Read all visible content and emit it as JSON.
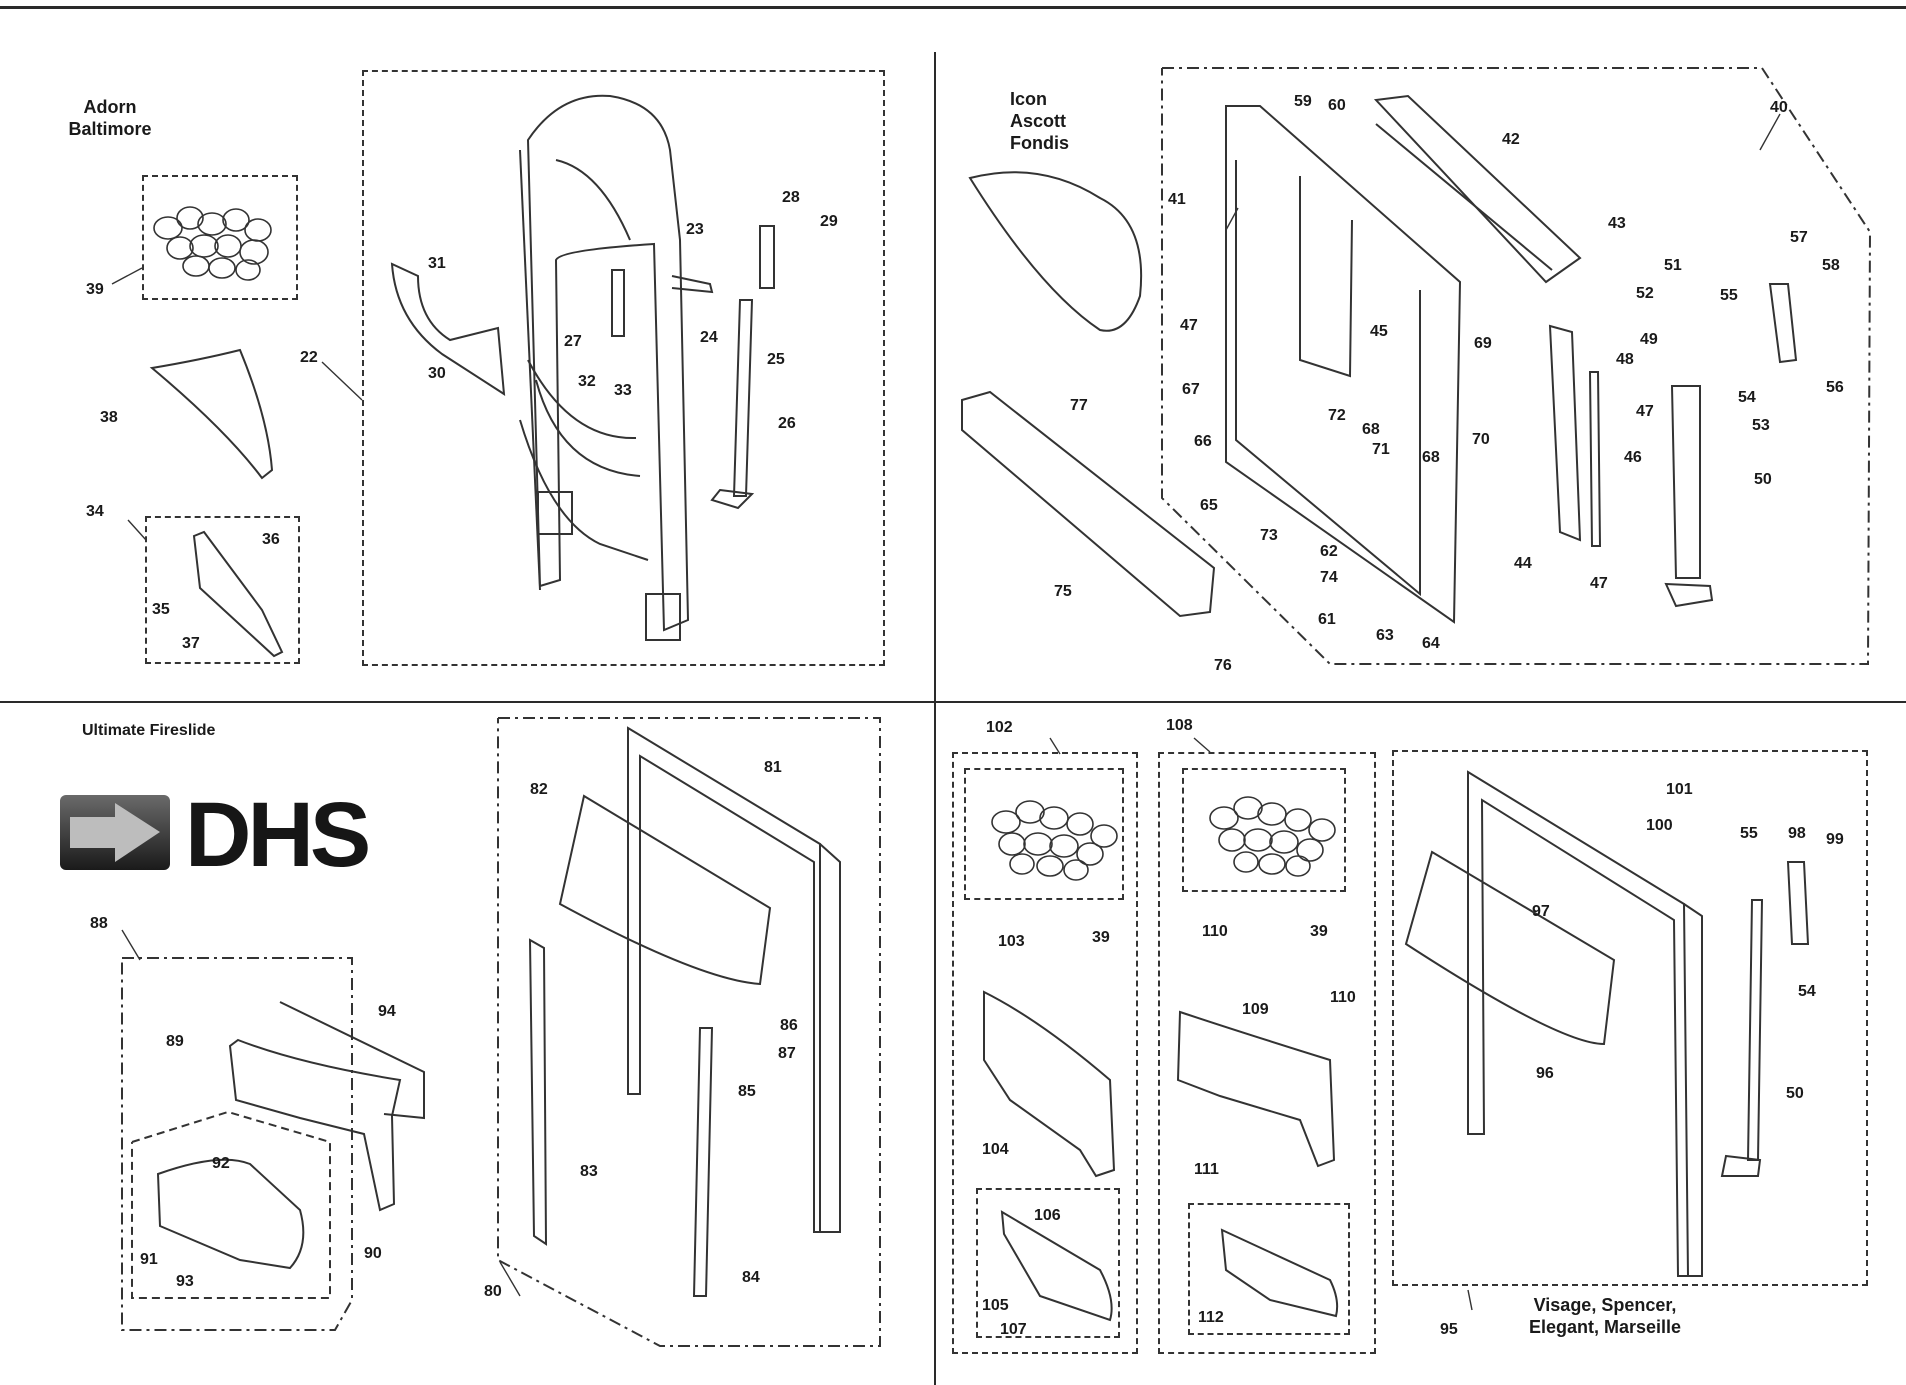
{
  "groups": {
    "adorn": "Adorn\nBaltimore",
    "icon": "Icon\nAscott\nFondis",
    "ultimate": "Ultimate Fireslide",
    "visage": "Visage, Spencer,\nElegant, Marseille"
  },
  "logo": "DHS",
  "parts": {
    "p22": "22",
    "p23": "23",
    "p24": "24",
    "p25": "25",
    "p26": "26",
    "p27": "27",
    "p28": "28",
    "p29": "29",
    "p30": "30",
    "p31": "31",
    "p32": "32",
    "p33": "33",
    "p34": "34",
    "p35": "35",
    "p36": "36",
    "p37": "37",
    "p38": "38",
    "p39a": "39",
    "p40": "40",
    "p41": "41",
    "p42": "42",
    "p43": "43",
    "p44": "44",
    "p45": "45",
    "p46": "46",
    "p47a": "47",
    "p47b": "47",
    "p47c": "47",
    "p48": "48",
    "p49": "49",
    "p50a": "50",
    "p51": "51",
    "p52": "52",
    "p53": "53",
    "p54a": "54",
    "p55a": "55",
    "p56": "56",
    "p57": "57",
    "p58": "58",
    "p59": "59",
    "p60": "60",
    "p61": "61",
    "p62": "62",
    "p63": "63",
    "p64": "64",
    "p65": "65",
    "p66": "66",
    "p67": "67",
    "p68a": "68",
    "p68b": "68",
    "p69": "69",
    "p70": "70",
    "p71": "71",
    "p72": "72",
    "p73": "73",
    "p74": "74",
    "p75": "75",
    "p76": "76",
    "p77": "77",
    "p80": "80",
    "p81": "81",
    "p82": "82",
    "p83": "83",
    "p84": "84",
    "p85": "85",
    "p86": "86",
    "p87": "87",
    "p88": "88",
    "p89": "89",
    "p90": "90",
    "p91": "91",
    "p92": "92",
    "p93": "93",
    "p94": "94",
    "p95": "95",
    "p96": "96",
    "p97": "97",
    "p98": "98",
    "p99": "99",
    "p100": "100",
    "p101": "101",
    "p102": "102",
    "p103": "103",
    "p104": "104",
    "p105": "105",
    "p106": "106",
    "p107": "107",
    "p108": "108",
    "p109": "109",
    "p110a": "110",
    "p110b": "110",
    "p111": "111",
    "p112": "112",
    "p39b": "39",
    "p39c": "39",
    "p54b": "54",
    "p55b": "55",
    "p50b": "50"
  }
}
